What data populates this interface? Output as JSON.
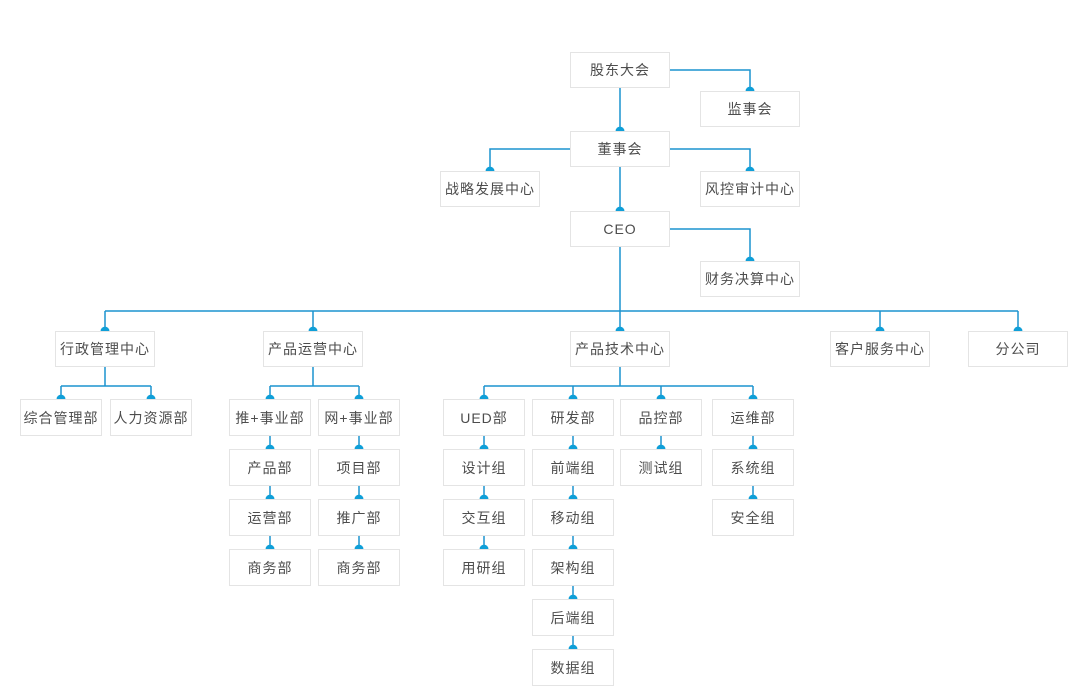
{
  "diagram": {
    "type": "org-chart",
    "language": "zh-CN"
  },
  "colors": {
    "line": "#1b94cf",
    "dot": "#0f9fd8",
    "box_border": "#e4e4e4",
    "box_bg": "#ffffff",
    "text": "#4d4d4d",
    "background": "#ffffff"
  },
  "nodes": {
    "shareholders": {
      "label": "股东大会",
      "parent": null
    },
    "supervisory": {
      "label": "监事会",
      "parent": "shareholders"
    },
    "board": {
      "label": "董事会",
      "parent": "shareholders"
    },
    "strategy": {
      "label": "战略发展中心",
      "parent": "board"
    },
    "risk_audit": {
      "label": "风控审计中心",
      "parent": "board"
    },
    "ceo": {
      "label": "CEO",
      "parent": "board"
    },
    "finance": {
      "label": "财务决算中心",
      "parent": "ceo"
    },
    "admin_center": {
      "label": "行政管理中心",
      "parent": "ceo"
    },
    "ops_center": {
      "label": "产品运营中心",
      "parent": "ceo"
    },
    "tech_center": {
      "label": "产品技术中心",
      "parent": "ceo"
    },
    "service_center": {
      "label": "客户服务中心",
      "parent": "ceo"
    },
    "branch": {
      "label": "分公司",
      "parent": "ceo"
    },
    "general_affairs": {
      "label": "综合管理部",
      "parent": "admin_center"
    },
    "hr": {
      "label": "人力资源部",
      "parent": "admin_center"
    },
    "tui_division": {
      "label": "推+事业部",
      "parent": "ops_center"
    },
    "wang_division": {
      "label": "网+事业部",
      "parent": "ops_center"
    },
    "product_dept": {
      "label": "产品部",
      "parent": "tui_division"
    },
    "ops_dept": {
      "label": "运营部",
      "parent": "product_dept"
    },
    "biz_dept_1": {
      "label": "商务部",
      "parent": "ops_dept"
    },
    "project_dept": {
      "label": "项目部",
      "parent": "wang_division"
    },
    "promo_dept": {
      "label": "推广部",
      "parent": "project_dept"
    },
    "biz_dept_2": {
      "label": "商务部",
      "parent": "promo_dept"
    },
    "ued_dept": {
      "label": "UED部",
      "parent": "tech_center"
    },
    "design_team": {
      "label": "设计组",
      "parent": "ued_dept"
    },
    "interaction_team": {
      "label": "交互组",
      "parent": "design_team"
    },
    "user_research_team": {
      "label": "用研组",
      "parent": "interaction_team"
    },
    "rd_dept": {
      "label": "研发部",
      "parent": "tech_center"
    },
    "frontend_team": {
      "label": "前端组",
      "parent": "rd_dept"
    },
    "mobile_team": {
      "label": "移动组",
      "parent": "frontend_team"
    },
    "architecture_team": {
      "label": "架构组",
      "parent": "mobile_team"
    },
    "backend_team": {
      "label": "后端组",
      "parent": "architecture_team"
    },
    "data_team": {
      "label": "数据组",
      "parent": "backend_team"
    },
    "qc_dept": {
      "label": "品控部",
      "parent": "tech_center"
    },
    "testing_team": {
      "label": "测试组",
      "parent": "qc_dept"
    },
    "devops_dept": {
      "label": "运维部",
      "parent": "tech_center"
    },
    "system_team": {
      "label": "系统组",
      "parent": "devops_dept"
    },
    "security_team": {
      "label": "安全组",
      "parent": "system_team"
    }
  }
}
